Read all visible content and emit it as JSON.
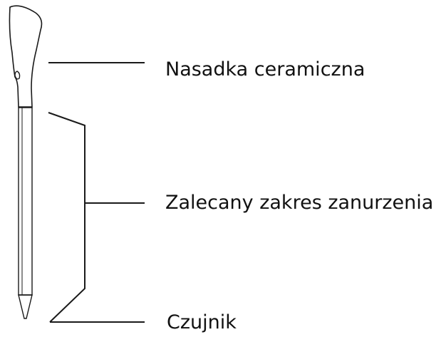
{
  "labels": {
    "ceramic_tip": "Nasadka ceramiczna",
    "immersion_range": "Zalecany zakres zanurzenia",
    "sensor": "Czujnik"
  },
  "colors": {
    "line": "#1a1a1a",
    "text": "#111111",
    "background": "#ffffff"
  }
}
